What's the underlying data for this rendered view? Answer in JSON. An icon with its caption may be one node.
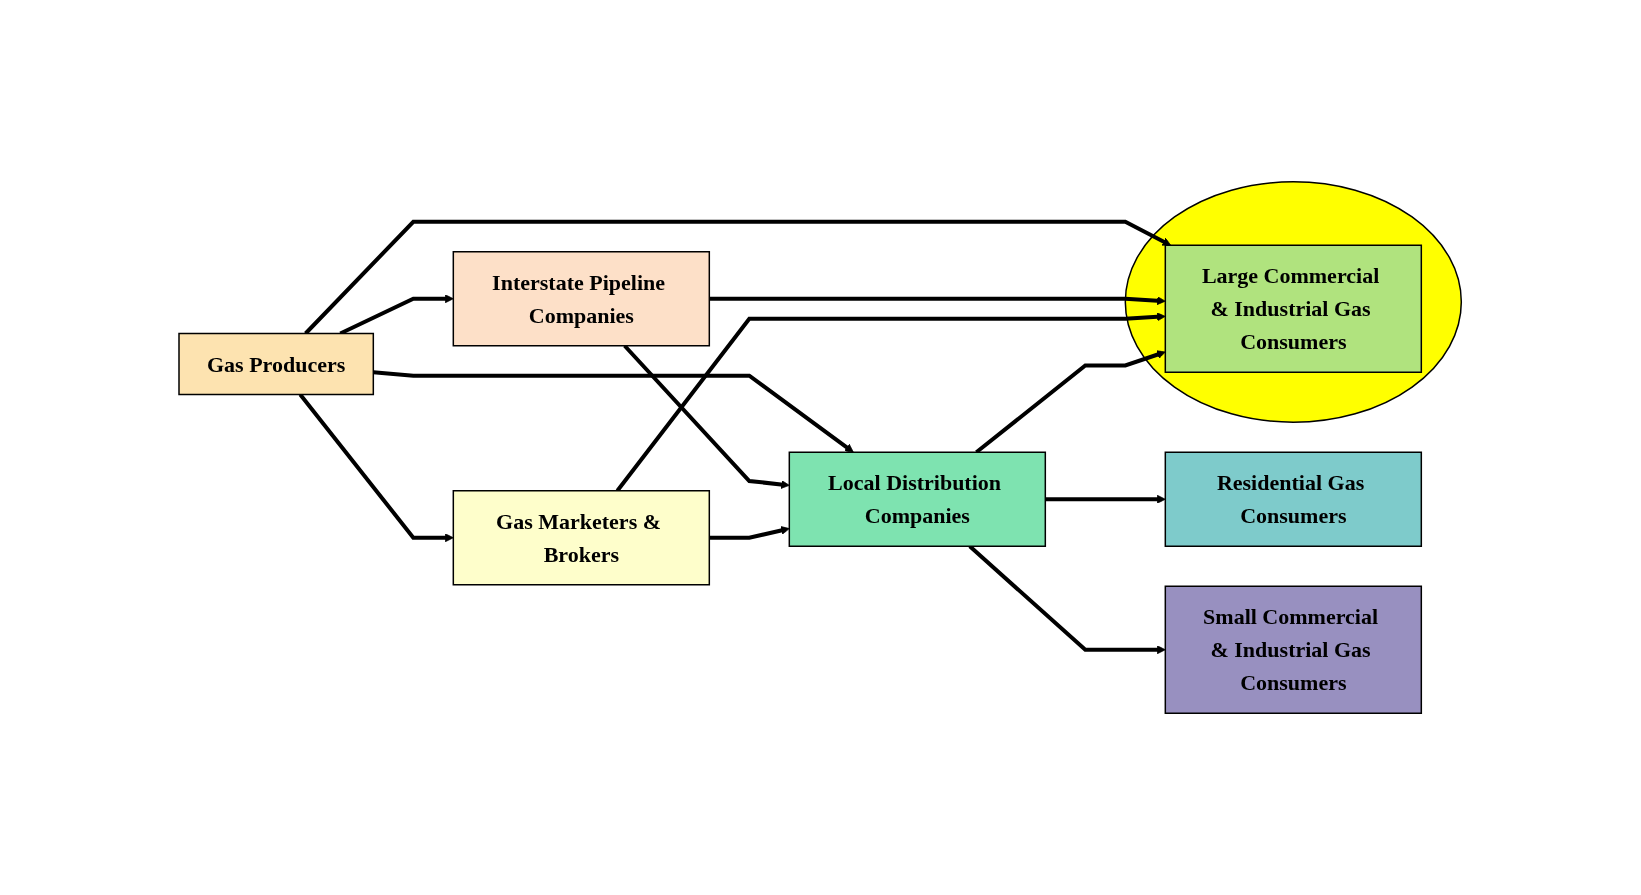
{
  "diagram": {
    "nodes": [
      {
        "text": [
          "Gas Producers"
        ]
      },
      {
        "text": [
          "Interstate Pipeline Companies"
        ]
      },
      {
        "text": [
          "Local Distribution Companies"
        ]
      },
      {
        "text": [
          "Gas Marketers & Brokers"
        ]
      },
      {
        "text": [
          "Residential Gas Consumers"
        ]
      },
      {
        "text": [
          "Small Commercial & Industrial Gas Consumers"
        ]
      },
      {
        "text": [],
        "shape": "ellipse"
      },
      {
        "text": [
          "Large Commercial & Industrial Gas Consumers"
        ],
        "in": 6
      }
    ],
    "edges": [
      {
        "from": 0,
        "to": 1,
        "arrow": "to"
      },
      {
        "from": 0,
        "to": 2,
        "arrow": "to"
      },
      {
        "from": 0,
        "to": 3,
        "arrow": "to"
      },
      {
        "from": 0,
        "to": 7,
        "arrow": "to"
      },
      {
        "from": 1,
        "to": 2,
        "arrow": "to"
      },
      {
        "from": 1,
        "to": 7,
        "arrow": "to"
      },
      {
        "from": 3,
        "to": 2,
        "arrow": "to"
      },
      {
        "from": 3,
        "to": 7,
        "arrow": "to"
      },
      {
        "from": 2,
        "to": 4,
        "arrow": "to"
      },
      {
        "from": 2,
        "to": 5,
        "arrow": "to"
      },
      {
        "from": 2,
        "to": 7,
        "arrow": "to"
      }
    ]
  }
}
